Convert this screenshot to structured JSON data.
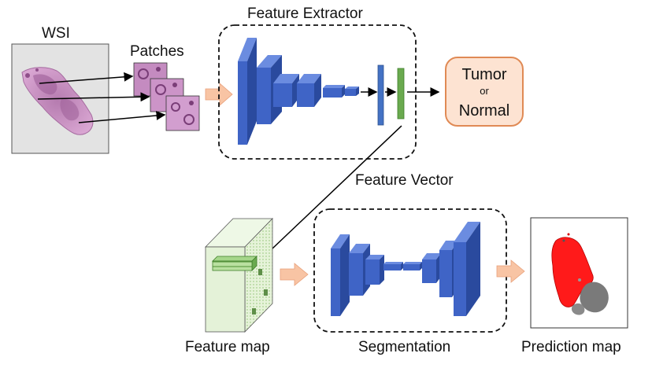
{
  "labels": {
    "wsi": "WSI",
    "patches": "Patches",
    "feature_extractor": "Feature Extractor",
    "feature_vector": "Feature Vector",
    "feature_map": "Feature map",
    "segmentation": "Segmentation",
    "prediction_map": "Prediction map"
  },
  "classifier_output": {
    "line1": "Tumor",
    "line2": "or",
    "line3": "Normal"
  },
  "colors": {
    "cnn_front": "#3f64c6",
    "cnn_side": "#2a4a9e",
    "cnn_top": "#6b8ce0",
    "vector_blue": "#4472c4",
    "vector_green": "#6aaa4f",
    "arrow_fill": "#f8c4a4",
    "output_fill": "#fde3d2",
    "output_border": "#e08a55",
    "feature_map_fill": "#e4f2d8",
    "tissue_pink": "#c27fb5",
    "prediction_red": "#ff0000",
    "prediction_gray": "#7a7a7a"
  }
}
